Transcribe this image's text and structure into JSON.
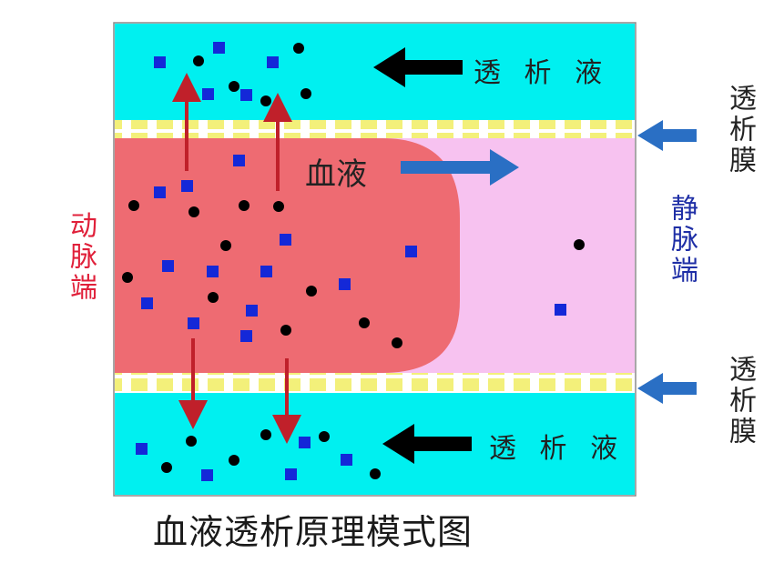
{
  "diagram": {
    "title": "血液透析原理模式图",
    "labels": {
      "dialysate_top": "透 析 液",
      "dialysate_bottom": "透 析 液",
      "blood": "血液",
      "arterial_end": "动脉端",
      "venous_end": "静脉端",
      "membrane_top": "透析膜",
      "membrane_bottom": "透析膜"
    },
    "legend_colors": {
      "dialysate": "#00f0f0",
      "blood": "#ee6b72",
      "venous_blood": "#f7c2f0",
      "membrane_stripe": "#f3f07a",
      "solute_square": "#1428d8",
      "particle_dot": "#000000",
      "flow_arrow": "#2a6fc4",
      "diffusion_arrow": "#c0202a"
    }
  }
}
